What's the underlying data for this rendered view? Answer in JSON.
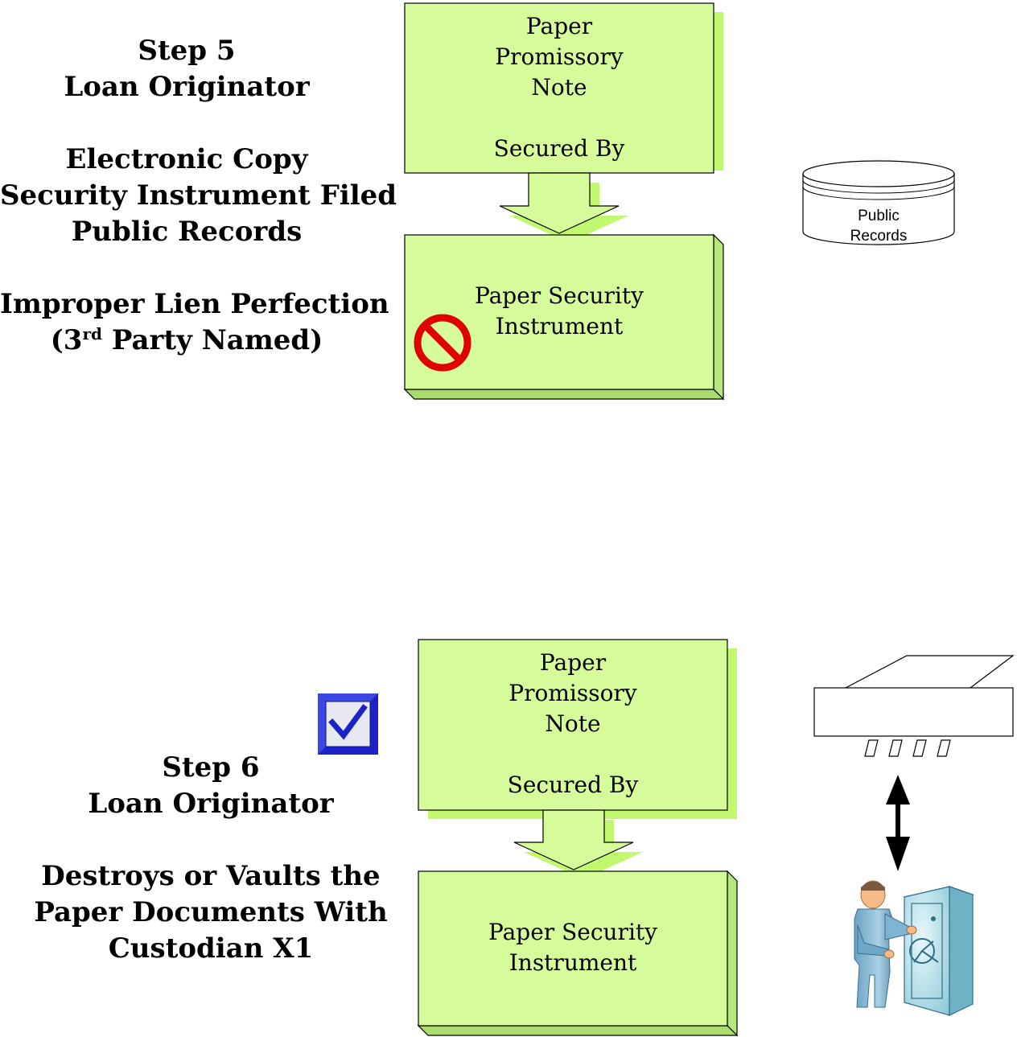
{
  "step5": {
    "title": "Step 5",
    "role": "Loan Originator",
    "desc_lines": [
      "Electronic Copy",
      "Security Instrument Filed",
      "Public Records"
    ],
    "issue_line1": "Improper Lien Perfection",
    "issue_prefix": "(3",
    "issue_sup": "rd",
    "issue_suffix": " Party Named)",
    "note_lines": [
      "Paper",
      "Promissory",
      "Note"
    ],
    "secured_by": "Secured By",
    "instrument_lines": [
      "Paper Security",
      "Instrument"
    ],
    "status_icon": "prohibited-icon",
    "db_lines": [
      "Public",
      "Records"
    ]
  },
  "step6": {
    "title": "Step 6",
    "role": "Loan Originator",
    "desc_lines": [
      "Destroys or Vaults the",
      "Paper Documents With",
      "Custodian X1"
    ],
    "note_lines": [
      "Paper",
      "Promissory",
      "Note"
    ],
    "secured_by": "Secured By",
    "instrument_lines": [
      "Paper Security",
      "Instrument"
    ],
    "status_icon": "checkbox-checked-icon",
    "side_icons": [
      "scanner-icon",
      "double-arrow-icon",
      "custodian-vault-icon"
    ]
  },
  "colors": {
    "box_fill": "#D6FB9A",
    "box_shadow": "#C2F770",
    "prohibited_red": "#E00000",
    "check_blue": "#1A22C8"
  }
}
